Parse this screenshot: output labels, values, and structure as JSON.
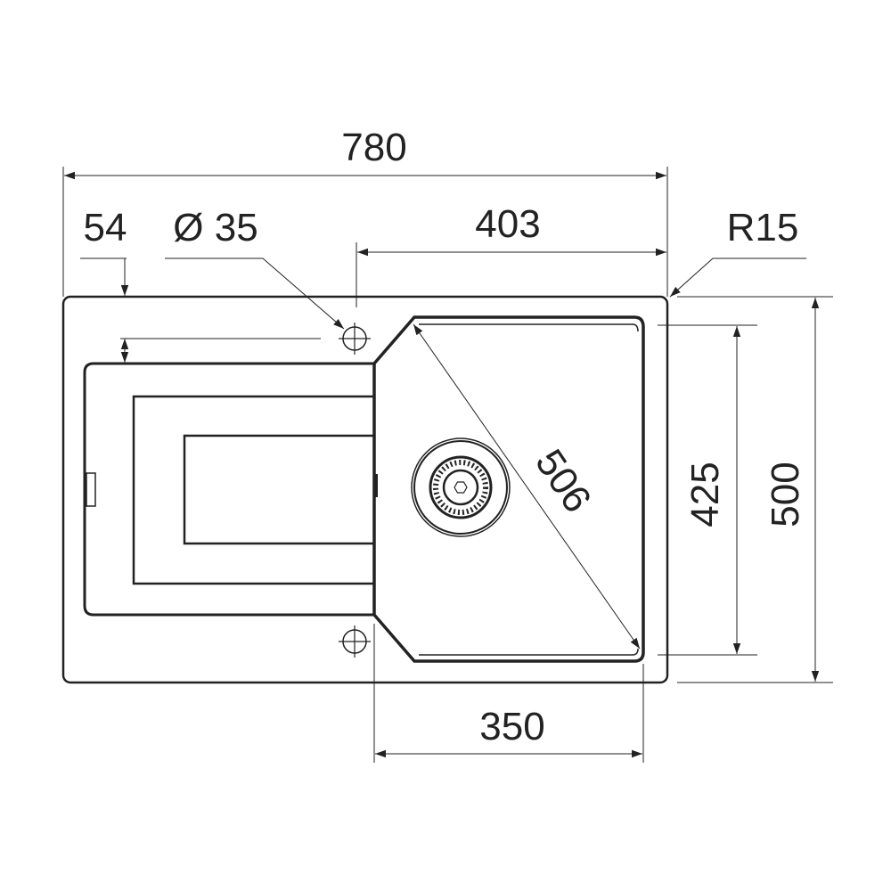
{
  "title": "Sink dimension drawing",
  "dimensions": {
    "overall_width": "780",
    "bowl_width_top": "403",
    "drainer_offset": "54",
    "tap_hole_diameter": "Ø 35",
    "corner_radius": "R15",
    "bowl_diagonal": "506",
    "bowl_depth": "425",
    "overall_depth": "500",
    "bowl_width_bottom": "350"
  },
  "colors": {
    "line": "#222222",
    "background": "#ffffff"
  }
}
